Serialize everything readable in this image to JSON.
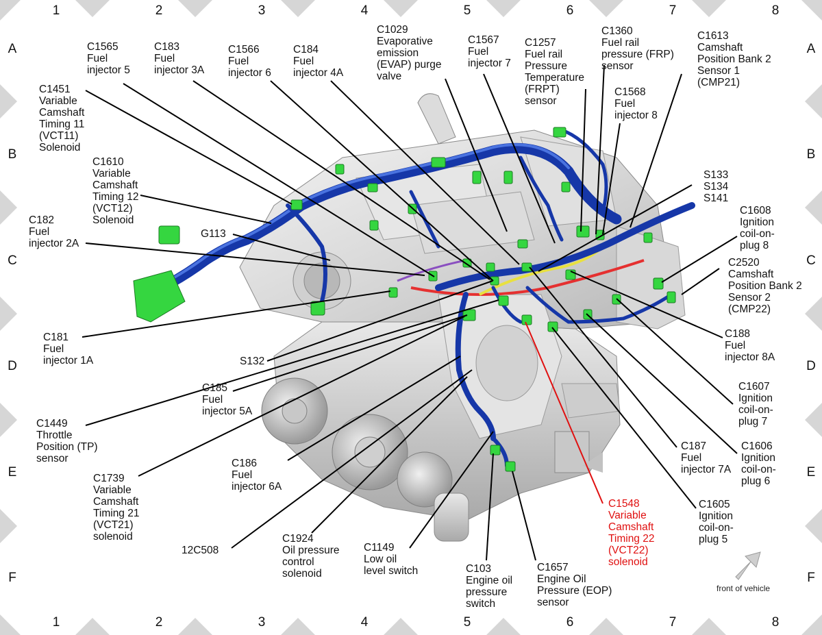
{
  "grid": {
    "columns": [
      "1",
      "2",
      "3",
      "4",
      "5",
      "6",
      "7",
      "8"
    ],
    "rows": [
      "A",
      "B",
      "C",
      "D",
      "E",
      "F"
    ]
  },
  "front_note": "front of vehicle",
  "colors": {
    "connector": "#35d640",
    "harness": "#1637a8",
    "highlight_label": "#e01010",
    "frame": "#d6d6d6"
  },
  "labels": {
    "c1565": "C1565\nFuel\ninjector 5",
    "c183": "C183\nFuel\ninjector 3A",
    "c1566": "C1566\nFuel\ninjector 6",
    "c184": "C184\nFuel\ninjector 4A",
    "c1029": "C1029\nEvaporative\nemission\n(EVAP) purge\nvalve",
    "c1567": "C1567\nFuel\ninjector 7",
    "c1257": "C1257\nFuel rail\nPressure\nTemperature\n(FRPT)\nsensor",
    "c1360": "C1360\nFuel rail\npressure (FRP)\nsensor",
    "c1613": "C1613\nCamshaft\nPosition Bank 2\nSensor 1\n(CMP21)",
    "c1568": "C1568\nFuel\ninjector 8",
    "c1451": "C1451\nVariable\nCamshaft\nTiming 11\n(VCT11)\nSolenoid",
    "c1610": "C1610\nVariable\nCamshaft\nTiming 12\n(VCT12)\nSolenoid",
    "c182": "C182\nFuel\ninjector 2A",
    "g113": "G113",
    "s133": "S133\nS134\nS141",
    "c1608": "C1608\nIgnition\ncoil-on-\nplug 8",
    "c2520": "C2520\nCamshaft\nPosition Bank 2\nSensor 2\n(CMP22)",
    "c188": "C188\nFuel\ninjector 8A",
    "c181": "C181\nFuel\ninjector 1A",
    "s132": "S132",
    "c185": "C185\nFuel\ninjector 5A",
    "c1607": "C1607\nIgnition\ncoil-on-\nplug 7",
    "c1449": "C1449\nThrottle\nPosition (TP)\nsensor",
    "c187": "C187\nFuel\ninjector 7A",
    "c1606": "C1606\nIgnition\ncoil-on-\nplug 6",
    "c1739": "C1739\nVariable\nCamshaft\nTiming 21\n(VCT21)\nsolenoid",
    "c186": "C186\nFuel\ninjector 6A",
    "c1548": "C1548\nVariable\nCamshaft\nTiming 22\n(VCT22)\nsolenoid",
    "c1605": "C1605\nIgnition\ncoil-on-\nplug 5",
    "12c508": "12C508",
    "c1924": "C1924\nOil pressure\ncontrol\nsolenoid",
    "c1149": "C1149\nLow oil\nlevel switch",
    "c103": "C103\nEngine oil\npressure\nswitch",
    "c1657": "C1657\nEngine Oil\nPressure (EOP)\nsensor"
  }
}
